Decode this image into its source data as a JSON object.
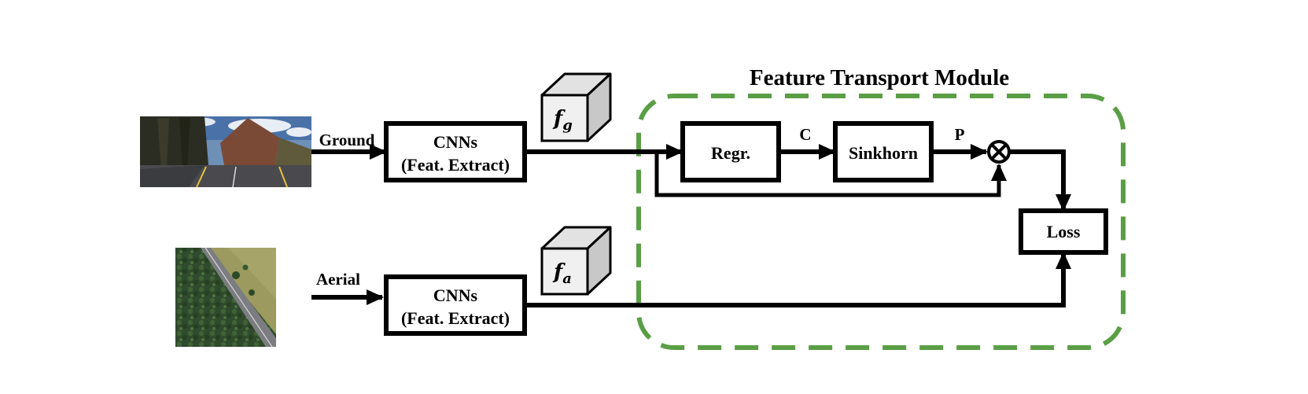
{
  "title": "Feature Transport Module",
  "inputs": {
    "ground_label": "Ground",
    "aerial_label": "Aerial"
  },
  "cnn_ground": {
    "line1": "CNNs",
    "line2": "(Feat. Extract)"
  },
  "cnn_aerial": {
    "line1": "CNNs",
    "line2": "(Feat. Extract)"
  },
  "features": {
    "ground": {
      "base": "f",
      "sub": "g"
    },
    "aerial": {
      "base": "f",
      "sub": "a"
    }
  },
  "blocks": {
    "regr": "Regr.",
    "sinkhorn": "Sinkhorn",
    "loss": "Loss"
  },
  "edge_labels": {
    "c": "C",
    "p": "P"
  },
  "colors": {
    "module_border": "#5a9e45",
    "stroke": "#000000",
    "cube_front": "#f0f0f0",
    "cube_top": "#e2e2e2",
    "cube_side": "#c8c8c8"
  }
}
